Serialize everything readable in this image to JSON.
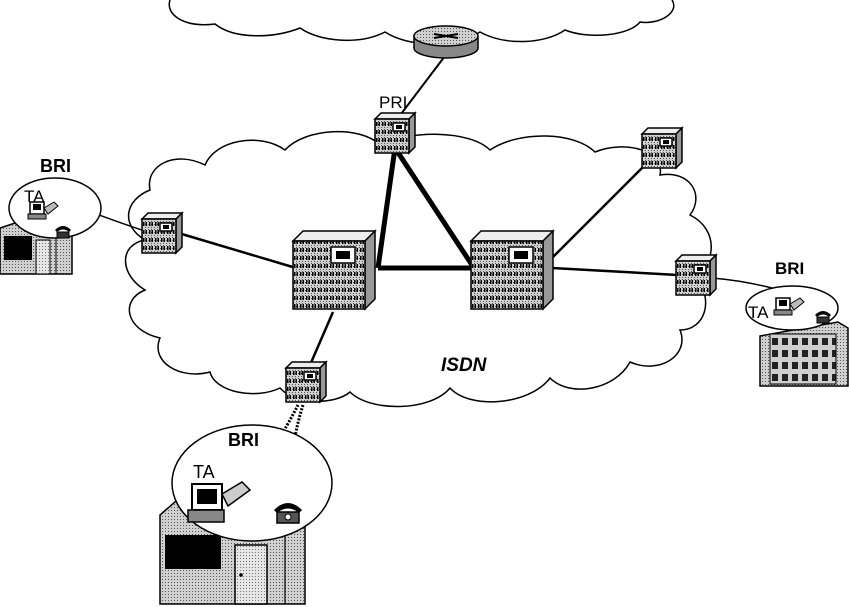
{
  "labels": {
    "pri": "PRI",
    "bri_left": "BRI",
    "ta_left": "TA",
    "bri_bottom": "BRI",
    "ta_bottom": "TA",
    "bri_right": "BRI",
    "ta_right": "TA",
    "network": "ISDN"
  },
  "colors": {
    "line": "#000000",
    "switch_fill": "#b8b8b8",
    "background": "#ffffff"
  }
}
